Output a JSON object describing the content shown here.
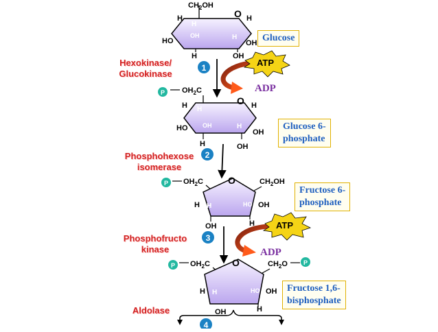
{
  "labels": {
    "ch2oh": "CH2OH",
    "oh2c": "OH2C",
    "ch2o": "CH2O",
    "o": "O",
    "h": "H",
    "oh": "OH",
    "ho": "HO",
    "p": "P",
    "atp": "ATP",
    "adp": "ADP"
  },
  "molecules": {
    "glucose": "Glucose",
    "g6p": [
      "Glucose 6-",
      "phosphate"
    ],
    "f6p": [
      "Fructose 6-",
      "phosphate"
    ],
    "f16bp": [
      "Fructose 1,6-",
      "bisphosphate"
    ]
  },
  "enzymes": {
    "e1": [
      "Hexokinase/",
      "Glucokinase"
    ],
    "e2": [
      "Phosphohexose",
      "isomerase"
    ],
    "e3": [
      "Phosphofructo",
      "kinase"
    ],
    "e4": "Aldolase"
  },
  "steps": [
    "1",
    "2",
    "3",
    "4"
  ],
  "colors": {
    "ring_fill_top": "#f6f2ff",
    "ring_fill_bottom": "#bba6ee",
    "ring_stroke": "#000000",
    "step_badge": "#1b82c4",
    "phosphate": "#22b8a0",
    "atp_star": "#f5d416",
    "curved_arrow": "#ff5a1a",
    "enzyme_text": "#d22222",
    "box_text": "#1f5fbf",
    "adp_text": "#7a2fa0"
  }
}
